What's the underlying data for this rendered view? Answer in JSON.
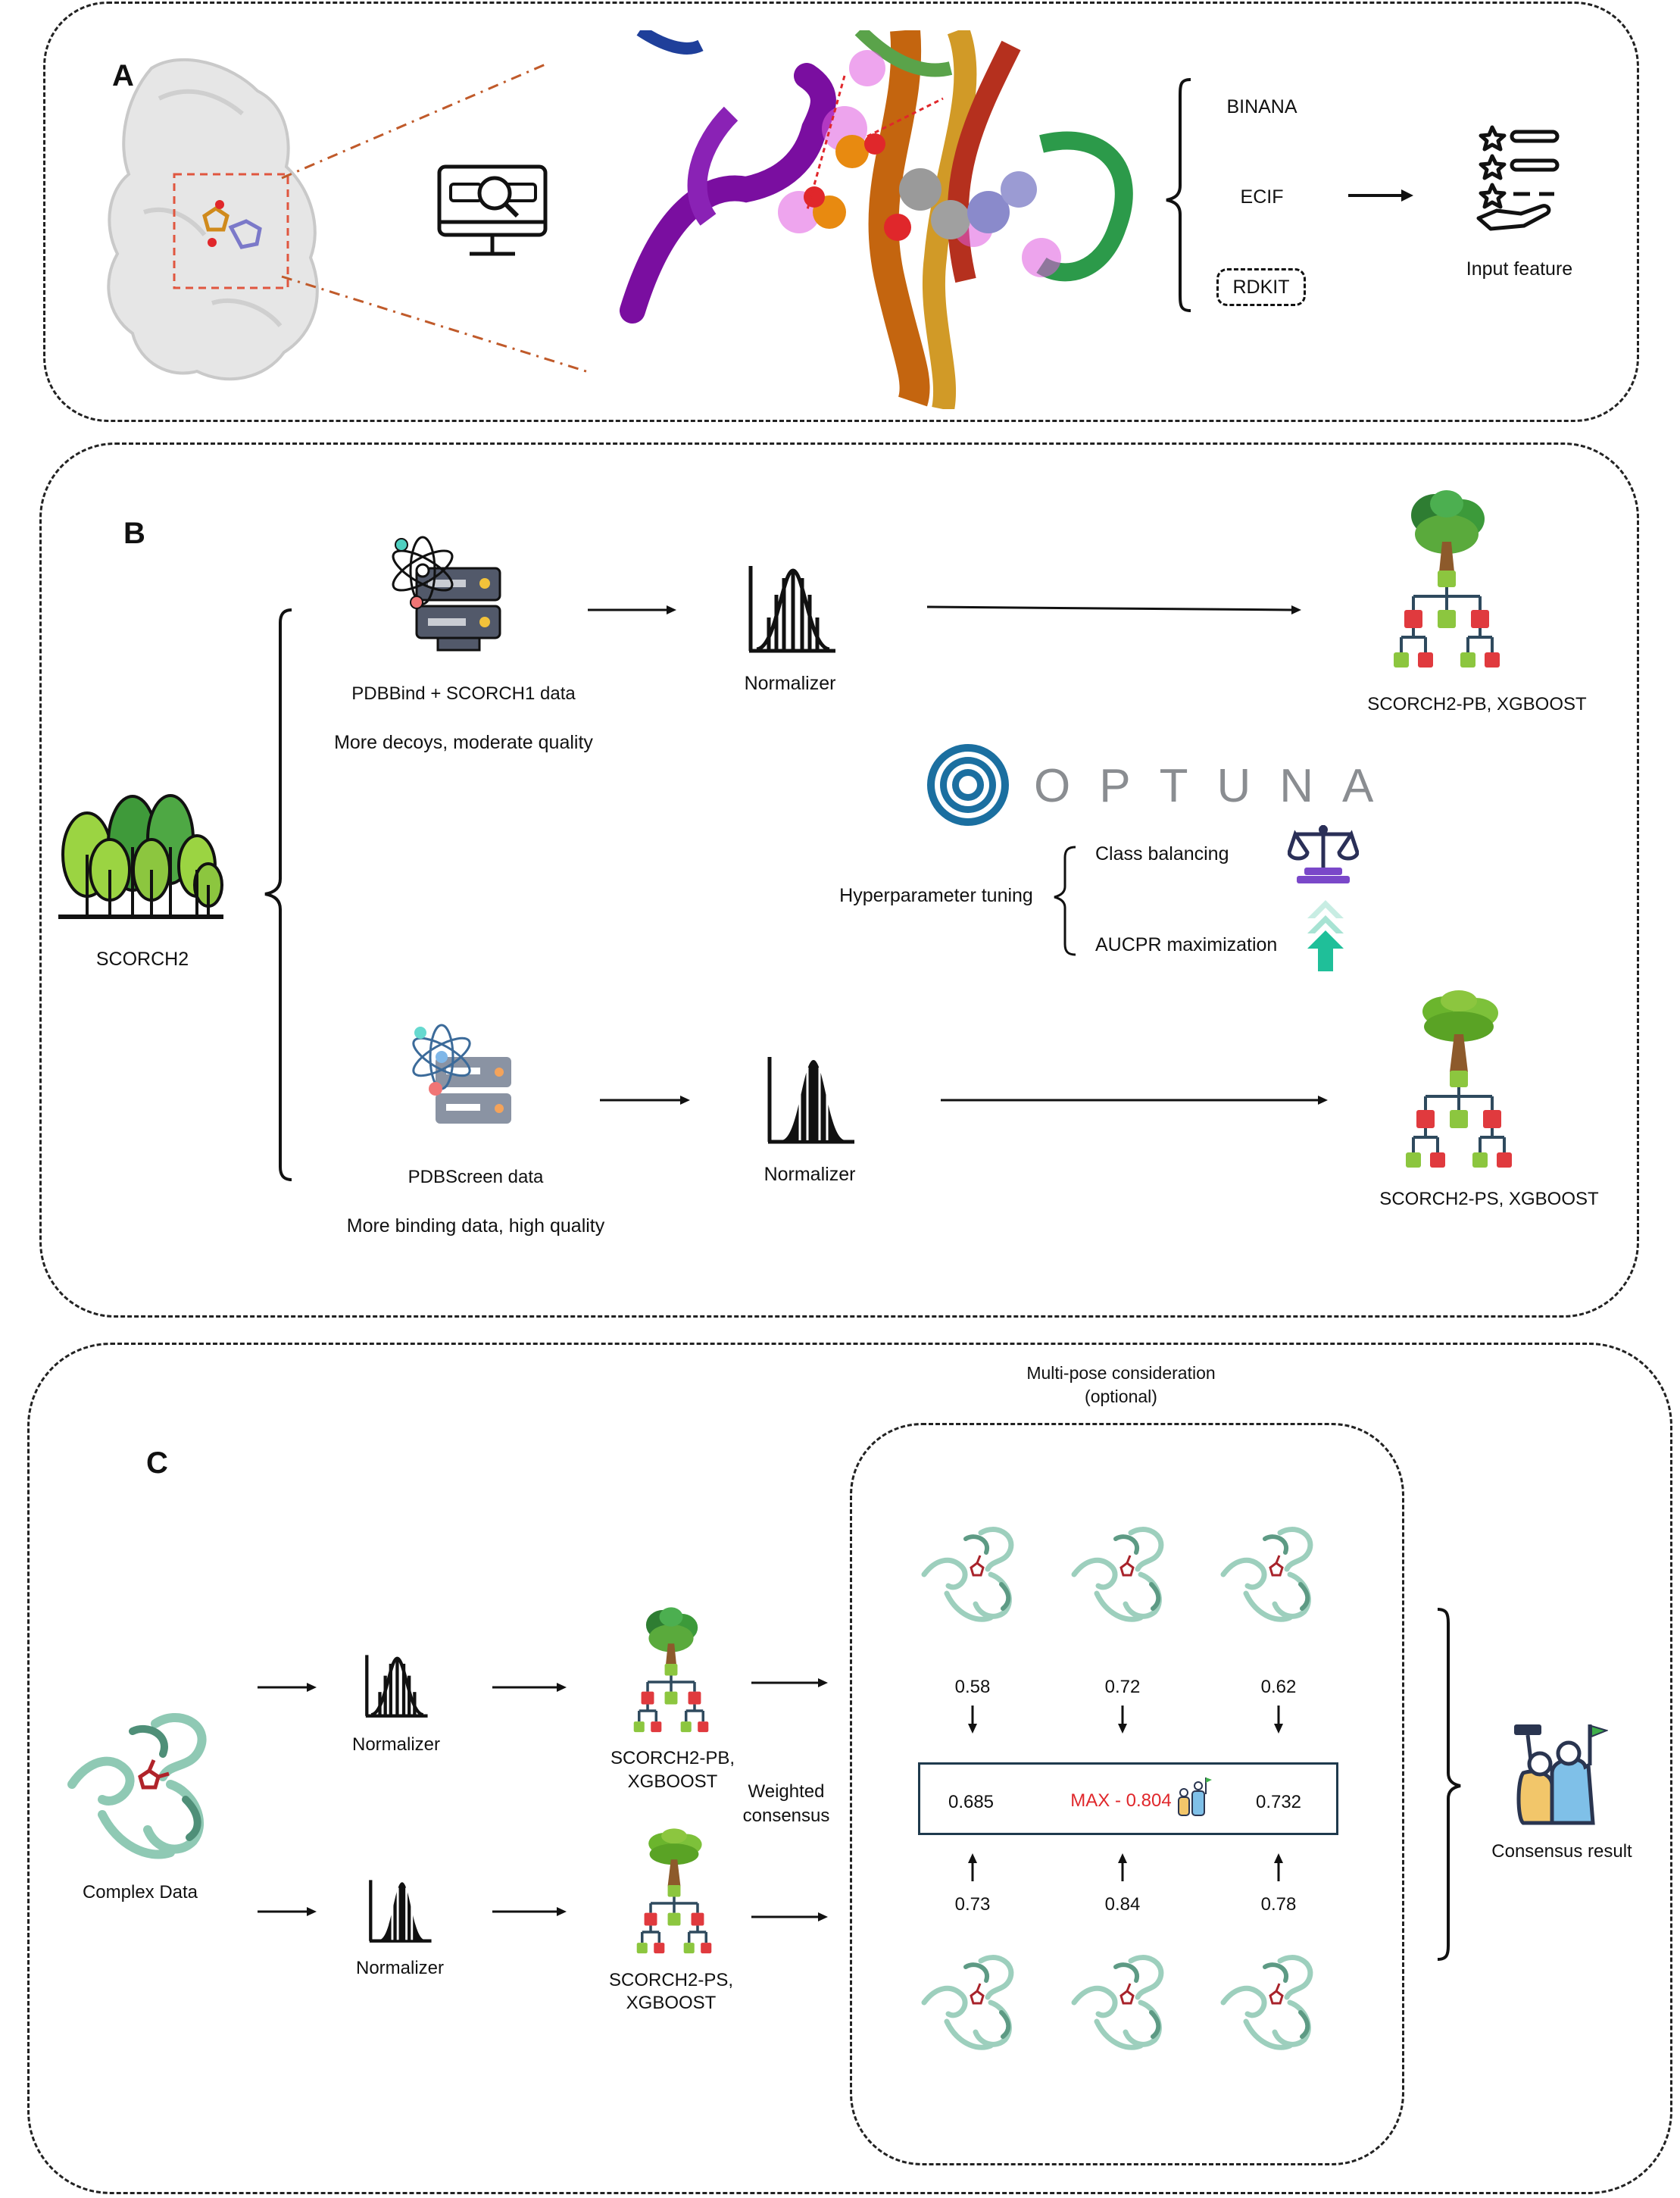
{
  "panel_a": {
    "letter": "A",
    "features": [
      "BINANA",
      "ECIF",
      "RDKIT"
    ],
    "input_feature": "Input feature"
  },
  "panel_b": {
    "letter": "B",
    "scorch2": "SCORCH2",
    "pdbbind_title": "PDBBind + SCORCH1 data",
    "pdbbind_desc": "More decoys, moderate quality",
    "pdbscreen_title": "PDBScreen data",
    "pdbscreen_desc": "More binding data, high quality",
    "normalizer": "Normalizer",
    "model_pb": "SCORCH2-PB,  XGBOOST",
    "model_ps": "SCORCH2-PS,  XGBOOST",
    "optuna": "OPTUNA",
    "hyper": "Hyperparameter tuning",
    "class_balancing": "Class balancing",
    "aucpr": "AUCPR maximization"
  },
  "panel_c": {
    "letter": "C",
    "complex": "Complex Data",
    "normalizer": "Normalizer",
    "model_pb_line1": "SCORCH2-PB,",
    "model_pb_line2": "XGBOOST",
    "model_ps_line1": "SCORCH2-PS,",
    "model_ps_line2": "XGBOOST",
    "weighted_line1": "Weighted",
    "weighted_line2": "consensus",
    "multipose_line1": "Multi-pose consideration",
    "multipose_line2": "(optional)",
    "top_scores": [
      "0.58",
      "0.72",
      "0.62"
    ],
    "bottom_scores": [
      "0.73",
      "0.84",
      "0.78"
    ],
    "box_left": "0.685",
    "box_max": "MAX - 0.804",
    "box_right": "0.732",
    "consensus_result": "Consensus result"
  },
  "colors": {
    "accent_red": "#e0272b",
    "optuna_blue": "#1b6fa0",
    "tree_green": "#6bb52d",
    "check_green": "#8cc63f",
    "cross_red": "#e03a3e",
    "tree_line": "#2f4a5e",
    "teal_protein": "#8fc9b4"
  }
}
